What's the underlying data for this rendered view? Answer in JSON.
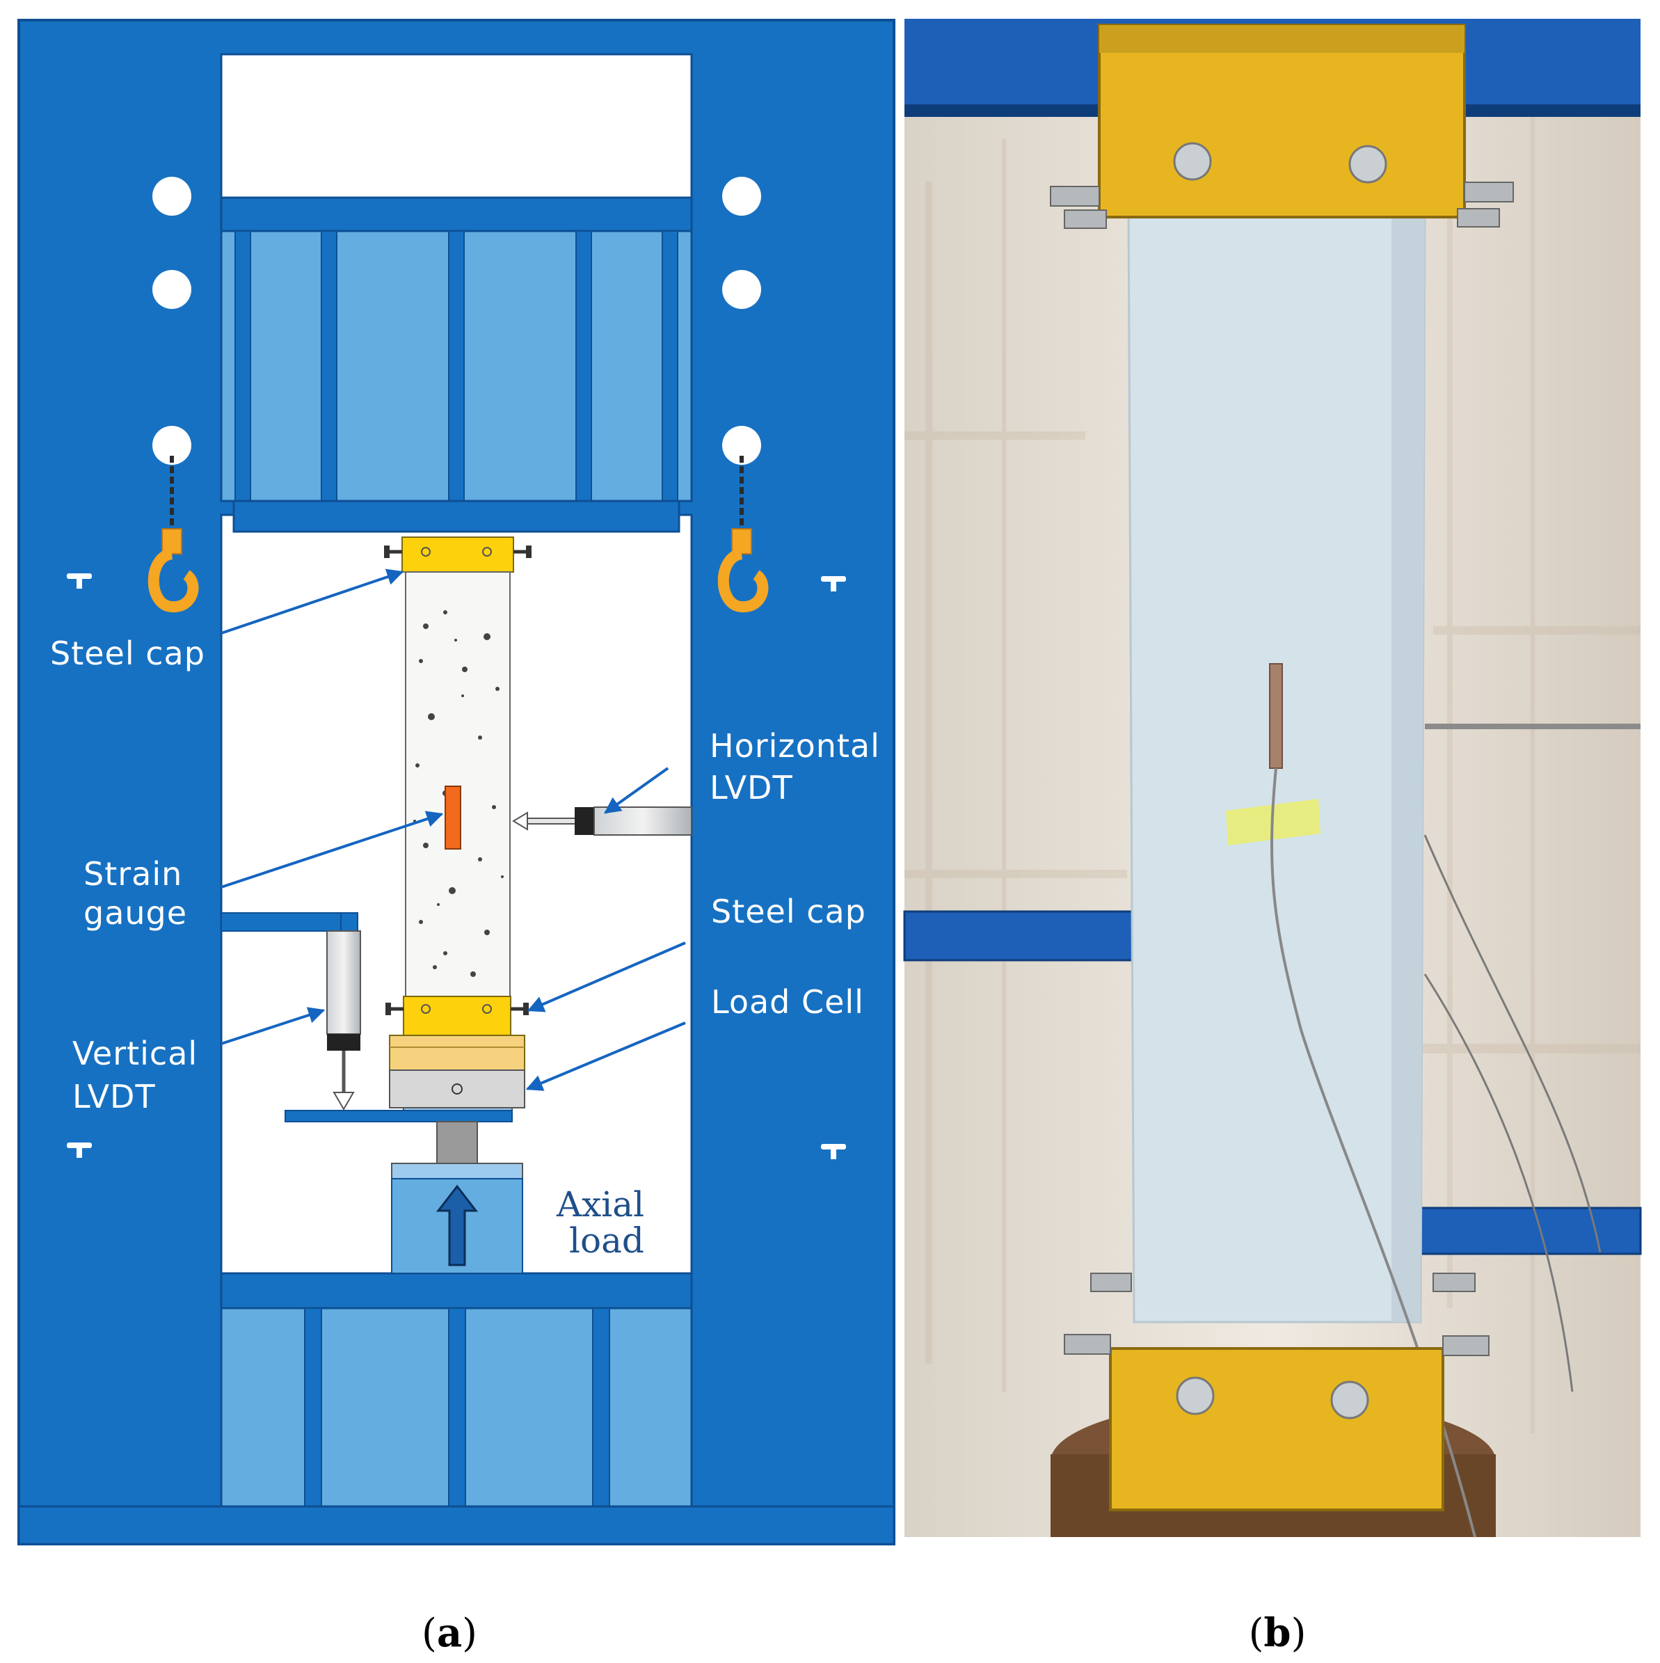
{
  "panel_a": {
    "labels": {
      "steel_cap_top": "Steel cap",
      "horizontal_lvdt_line1": "Horizontal",
      "horizontal_lvdt_line2": "LVDT",
      "strain_gauge_line1": "Strain",
      "strain_gauge_line2": "gauge",
      "steel_cap_bottom": "Steel cap",
      "load_cell": "Load Cell",
      "vertical_lvdt_line1": "Vertical",
      "vertical_lvdt_line2": "LVDT",
      "axial_load_line1": "Axial",
      "axial_load_line2": "load"
    },
    "caption": {
      "open": "(",
      "letter": "a",
      "close": ")"
    }
  },
  "panel_b": {
    "caption": {
      "open": "(",
      "letter": "b",
      "close": ")"
    }
  },
  "colors": {
    "frame_blue": "#1771c2",
    "frame_dark": "#0d4f94",
    "panel_light": "#64ade0",
    "steel_cap": "#fdd10b",
    "strain_gauge": "#f26a1b",
    "specimen": "#f7f7f5",
    "hook": "#f5a623"
  }
}
